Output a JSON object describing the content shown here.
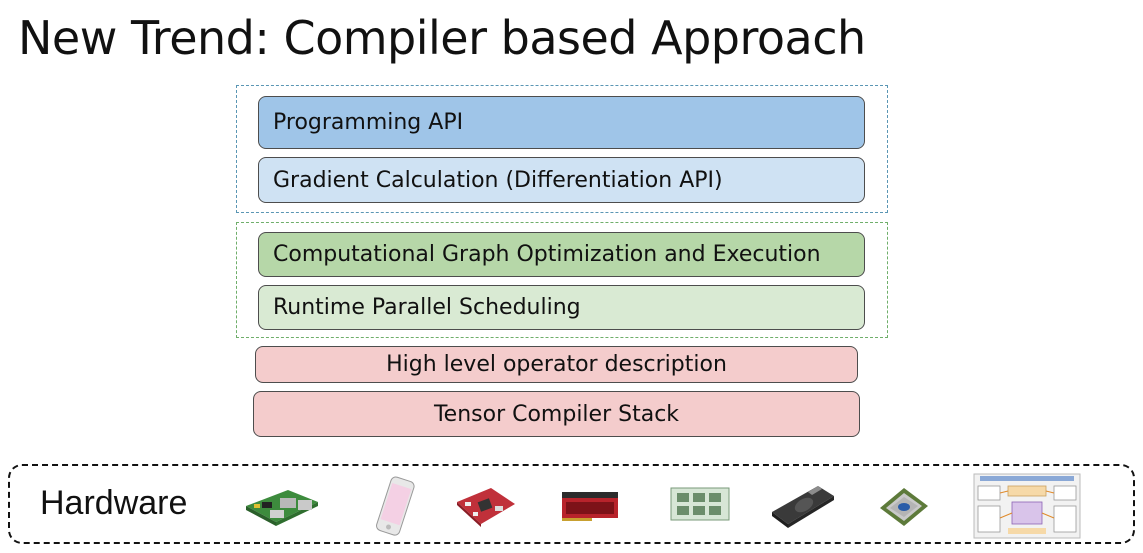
{
  "title": "New Trend: Compiler based Approach",
  "layers": {
    "programming_api": "Programming API",
    "gradient_calculation": "Gradient Calculation (Differentiation API)",
    "graph_optimization": "Computational Graph Optimization and Execution",
    "runtime_scheduling": "Runtime Parallel Scheduling",
    "operator_description": "High level operator description",
    "tensor_compiler": "Tensor Compiler Stack"
  },
  "colors": {
    "blue_dark": "#9fc5e8",
    "blue_light": "#cfe2f3",
    "green_dark": "#b6d7a8",
    "green_light": "#d9ead3",
    "pink": "#f4cccc"
  },
  "hardware": {
    "label": "Hardware",
    "icons": [
      "raspberry-pi-board-icon",
      "smartphone-icon",
      "fpga-board-icon",
      "gpu-card-icon",
      "accelerator-board-icon",
      "nvidia-gpu-icon",
      "intel-cpu-icon",
      "accelerator-diagram-icon"
    ]
  }
}
